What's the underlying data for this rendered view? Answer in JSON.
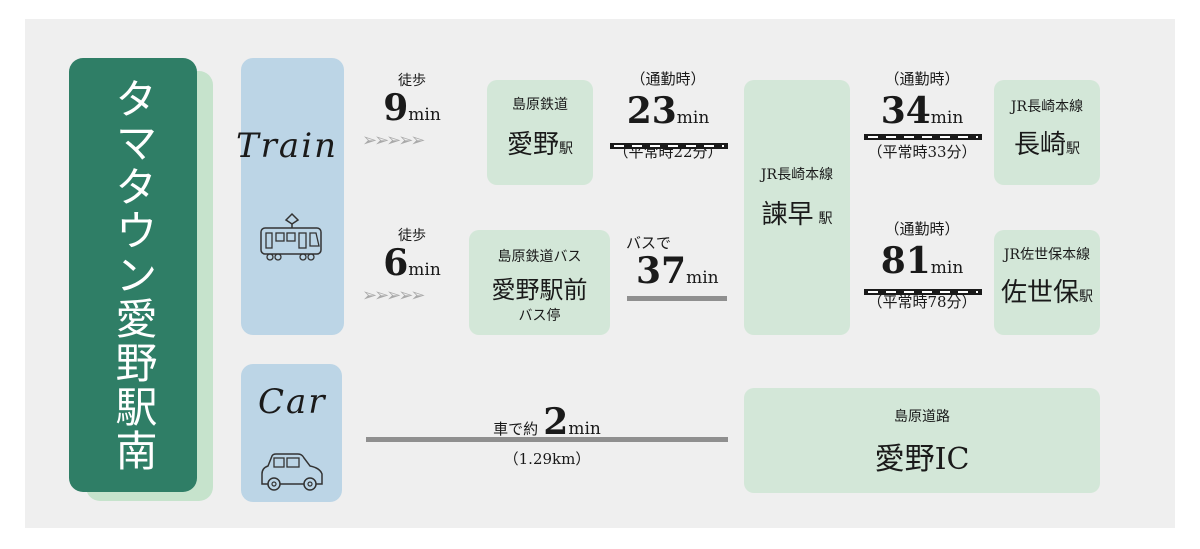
{
  "title": "タマタウン愛野駅南",
  "modes": {
    "train": {
      "label": "Train",
      "icon": "train-icon"
    },
    "car": {
      "label": "Car",
      "icon": "car-icon"
    }
  },
  "routes": {
    "walk1": {
      "label": "徒歩",
      "value": "9",
      "unit": "min",
      "arrows": "➢➢➢➢➢"
    },
    "walk2": {
      "label": "徒歩",
      "value": "6",
      "unit": "min",
      "arrows": "➢➢➢➢➢"
    },
    "rail1": {
      "top": "（通勤時）",
      "value": "23",
      "unit": "min",
      "bottom": "（平常時22分）"
    },
    "bus": {
      "top": "バスで",
      "value": "37",
      "unit": "min"
    },
    "rail2": {
      "top": "（通勤時）",
      "value": "34",
      "unit": "min",
      "bottom": "（平常時33分）"
    },
    "rail3": {
      "top": "（通勤時）",
      "value": "81",
      "unit": "min",
      "bottom": "（平常時78分）"
    },
    "car": {
      "prefix": "車で約",
      "value": "2",
      "unit": "min",
      "distance": "（1.29km）"
    }
  },
  "stations": {
    "aino": {
      "line": "島原鉄道",
      "name": "愛野",
      "suffix": "駅"
    },
    "bus_stop": {
      "line": "島原鉄道バス",
      "name": "愛野駅前",
      "suffix": "バス停"
    },
    "isahaya": {
      "line": "JR長崎本線",
      "name": "諫早",
      "suffix": "駅"
    },
    "nagasaki": {
      "line": "JR長崎本線",
      "name": "長崎",
      "suffix": "駅"
    },
    "sasebo": {
      "line": "JR佐世保本線",
      "name": "佐世保",
      "suffix": "駅"
    },
    "ic": {
      "line": "島原道路",
      "name": "愛野IC"
    }
  },
  "colors": {
    "title_bg": "#2f7e66",
    "title_shadow": "#c6e3cc",
    "mode_bg": "#bcd5e6",
    "station_bg": "#d3e7d8",
    "panel_bg": "#efefef"
  }
}
